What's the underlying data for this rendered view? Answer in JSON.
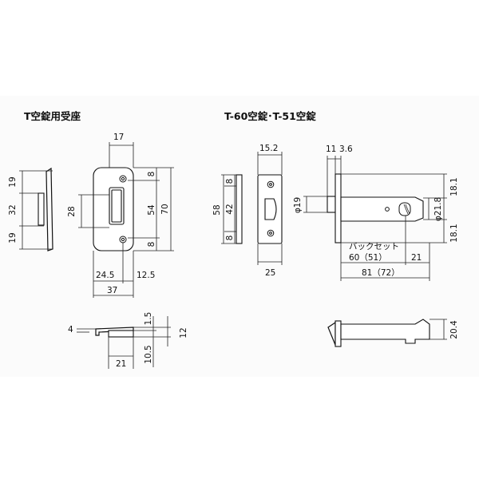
{
  "titles": {
    "strike": "T空錠用受座",
    "lock": "T-60空錠･T-51空錠"
  },
  "strike_dims": {
    "w17": "17",
    "h19a": "19",
    "h32": "32",
    "h19b": "19",
    "h28": "28",
    "h8a": "8",
    "h54": "54",
    "h8b": "8",
    "h70": "70",
    "w24_5": "24.5",
    "w12_5": "12.5",
    "w37": "37",
    "t4": "4",
    "t1_5": "1.5",
    "h10_5": "10.5",
    "h12": "12",
    "w21": "21"
  },
  "lock_dims": {
    "w15_2": "15.2",
    "h58": "58",
    "h8a": "8",
    "h42": "42",
    "h8b": "8",
    "w25": "25",
    "w11": "11",
    "w3_6": "3.6",
    "d19": "φ19",
    "d21_8": "φ21.8",
    "h18_1a": "18.1",
    "h18_1b": "18.1",
    "backset_label": "バックセット",
    "bs60": "60（51）",
    "bs21": "21",
    "bs81": "81（72）",
    "h20_4": "20.4"
  }
}
